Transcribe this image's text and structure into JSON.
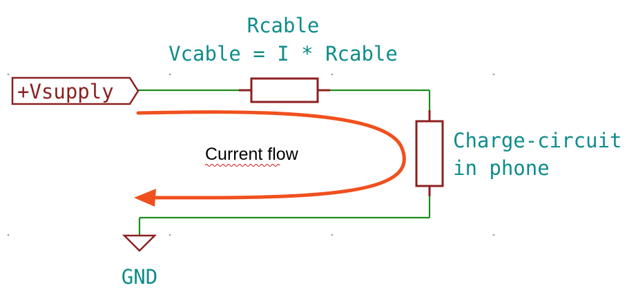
{
  "schematic": {
    "resistor_cable": {
      "name": "Rcable",
      "formula": "Vcable = I * Rcable"
    },
    "power_label": "+Vsupply",
    "load": {
      "line1": "Charge-circuit",
      "line2": "in phone"
    },
    "ground_label": "GND",
    "annotation": "Current flow"
  },
  "colors": {
    "wire": "#1a8c1a",
    "component": "#8c1f1f",
    "text": "#0f8c8c",
    "arrow": "#f0501e",
    "grid_dot": "#9a9a9a"
  }
}
